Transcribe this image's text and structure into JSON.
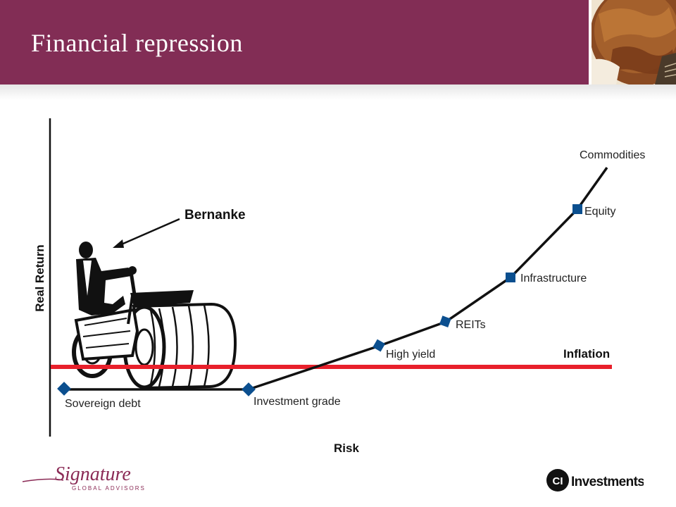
{
  "slide": {
    "title": "Financial repression"
  },
  "diagram": {
    "ylabel": "Real Return",
    "xlabel": "Risk",
    "inflation_label": "Inflation",
    "callout": "Bernanke",
    "colors": {
      "curve": "#111111",
      "inflation_line": "#e8202b",
      "markers": "#0b4f8f",
      "header": "#822d55"
    },
    "points": [
      {
        "label": "Sovereign debt",
        "marker": "diamond"
      },
      {
        "label": "Investment grade",
        "marker": "diamond"
      },
      {
        "label": "High yield",
        "marker": "diamond"
      },
      {
        "label": "REITs",
        "marker": "diamond"
      },
      {
        "label": "Infrastructure",
        "marker": "square"
      },
      {
        "label": "Equity",
        "marker": "square"
      },
      {
        "label": "Commodities",
        "marker": "none"
      }
    ]
  },
  "footer": {
    "left_logo": {
      "text": "Signature",
      "subtext": "GLOBAL ADVISORS"
    },
    "right_logo": {
      "mark": "CI",
      "text": "Investments"
    }
  }
}
